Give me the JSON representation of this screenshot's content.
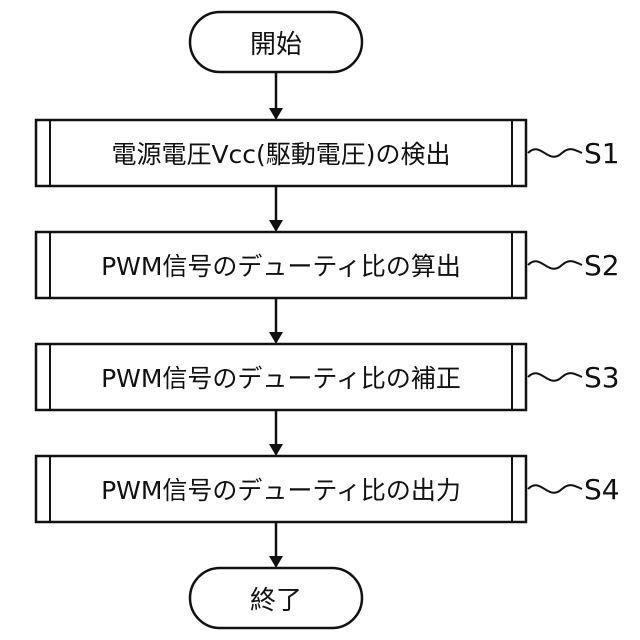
{
  "flowchart": {
    "start": {
      "label": "開始"
    },
    "steps": [
      {
        "label": "電源電圧Vcc(駆動電圧)の検出",
        "tag": "S1"
      },
      {
        "label": "PWM信号のデューティ比の算出",
        "tag": "S2"
      },
      {
        "label": "PWM信号のデューティ比の補正",
        "tag": "S3"
      },
      {
        "label": "PWM信号のデューティ比の出力",
        "tag": "S4"
      }
    ],
    "end": {
      "label": "終了"
    }
  }
}
